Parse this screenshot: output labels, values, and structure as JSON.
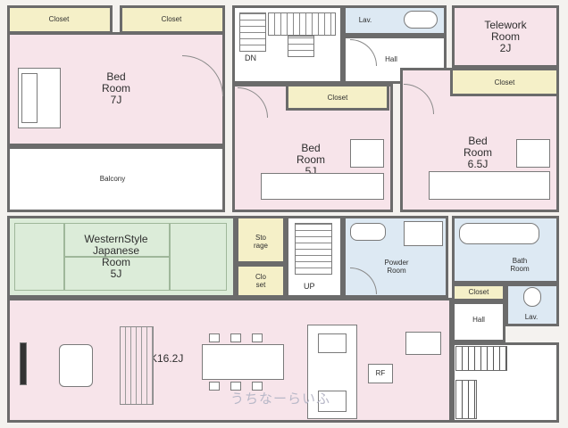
{
  "upper_floor": {
    "closet_1": "Closet",
    "closet_2": "Closet",
    "bedroom_1": "Bed\nRoom\n7J",
    "balcony": "Balcony",
    "stair_label": "DN",
    "lav": "Lav.",
    "hall": "Hall",
    "telework": "Telework\nRoom\n2J",
    "closet_3": "Closet",
    "bedroom_2": "Bed\nRoom\n5J",
    "closet_4": "Closet",
    "bedroom_3": "Bed\nRoom\n6.5J"
  },
  "lower_floor": {
    "japanese_room": "WesternStyle\nJapanese\nRoom\n5J",
    "storage": "Sto\nrage",
    "closet_small": "Clo\nset",
    "stair_label": "UP",
    "powder_room": "Powder\nRoom",
    "bath_room": "Bath\nRoom",
    "closet": "Closet",
    "hall": "Hall",
    "lav": "Lav.",
    "ldk": "LDK16.2J",
    "fridge": "RF"
  },
  "watermark": "うちなーらいふ"
}
